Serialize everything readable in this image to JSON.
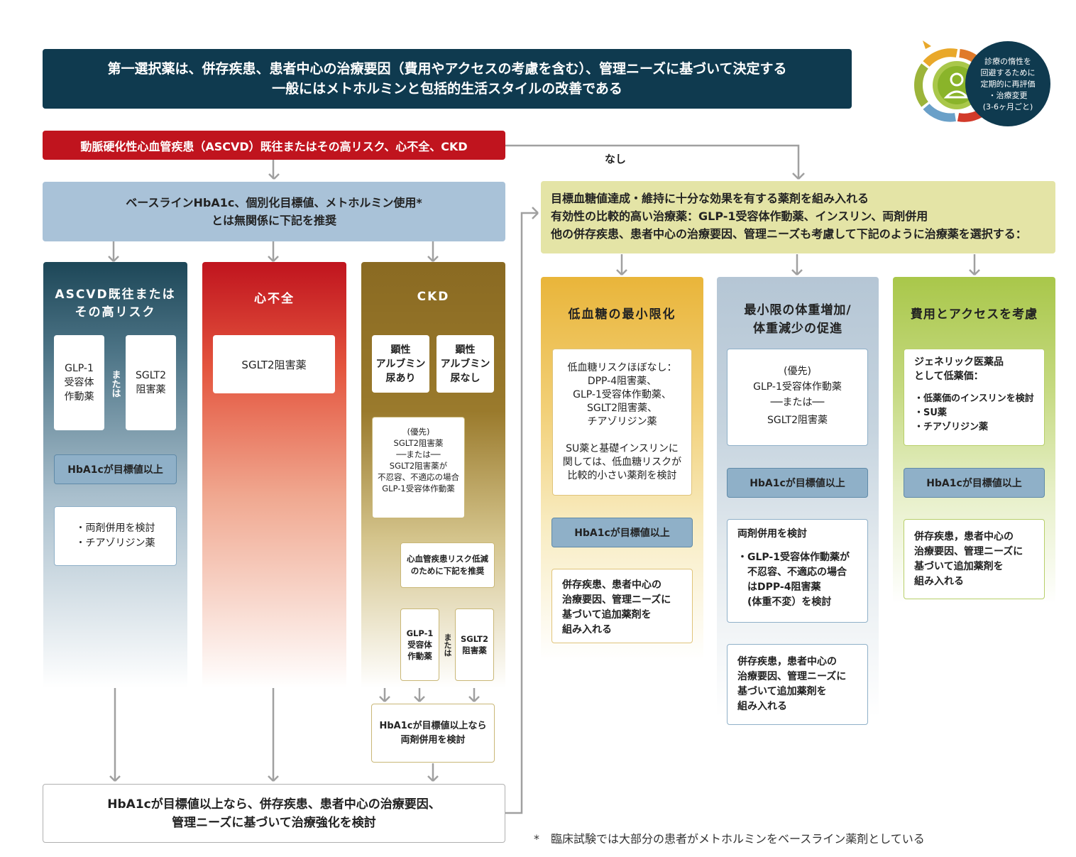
{
  "header": {
    "line1": "第一選択薬は、併存疾患、患者中心の治療要因（費用やアクセスの考慮を含む）、管理ニーズに基づいて決定する",
    "line2": "一般にはメトホルミンと包括的生活スタイルの改善である"
  },
  "cycle": {
    "text": "診療の惰性を\n回避するために\n定期的に再評価\n・治療変更\n(3-6ヶ月ごと)"
  },
  "red_bar": "動脈硬化性心血管疾患（ASCVD）既往またはその高リスク、心不全、CKD",
  "nashi": "なし",
  "baseline": "ベースラインHbA1c、個別化目標値、メトホルミン使用*\nとは無関係に下記を推奨",
  "ascvd": {
    "title": "ASCVD既往または\nその高リスク",
    "glp1": "GLP-1\n受容体\n作動薬",
    "mataha": "または",
    "sglt2": "SGLT2\n阻害薬",
    "hba1c": "HbA1cが目標値以上",
    "combo": "・両剤併用を検討\n・チアゾリジン薬"
  },
  "hf": {
    "title": "心不全",
    "sglt2": "SGLT2阻害薬"
  },
  "ckd": {
    "title": "CKD",
    "alb_yes": "顕性\nアルブミン\n尿あり",
    "alb_no": "顕性\nアルブミン\n尿なし",
    "pref_top": "(優先)\nSGLT2阻害薬",
    "pref_or": "──または──",
    "pref_bottom": "SGLT2阻害薬が\n不忍容、不適応の場合\nGLP-1受容体作動薬",
    "cv": "心血管疾患リスク低減\nのために下記を推奨",
    "glp1": "GLP-1\n受容体\n作動薬",
    "mataha": "または",
    "sglt2": "SGLT2\n阻害薬",
    "hba1c": "HbA1cが目標値以上なら\n両剤併用を検討"
  },
  "bottom_box": "HbA1cが目標値以上なら、併存疾患、患者中心の治療要因、\n管理ニーズに基づいて治療強化を検討",
  "footnote": "*　臨床試験では大部分の患者がメトホルミンをベースライン薬剤としている",
  "right_header": {
    "line1": "目標血糖値達成・維持に十分な効果を有する薬剤を組み入れる",
    "line2": "有効性の比較的高い治療薬：GLP-1受容体作動薬、インスリン、両剤併用",
    "line3": "他の併存疾患、患者中心の治療要因、管理ニーズも考慮して下記のように治療薬を選択する："
  },
  "hypo": {
    "title": "低血糖の最小限化",
    "box1": "低血糖リスクほぼなし：\nDPP-4阻害薬、\nGLP-1受容体作動薬、\nSGLT2阻害薬、\nチアゾリジン薬\n\nSU薬と基礎インスリンに\n関しては、低血糖リスクが\n比較的小さい薬剤を検討",
    "hba1c": "HbA1cが目標値以上",
    "box2": "併存疾患、患者中心の\n治療要因、管理ニーズに\n基づいて追加薬剤を\n組み入れる"
  },
  "weight": {
    "title": "最小限の体重増加/\n体重減少の促進",
    "box1_top": "(優先)\nGLP-1受容体作動薬",
    "box1_or": "──または──",
    "box1_bottom": "SGLT2阻害薬",
    "hba1c": "HbA1cが目標値以上",
    "box2_head": "両剤併用を検討",
    "box2_body": "・GLP-1受容体作動薬が\n　不忍容、不適応の場合\n　はDPP-4阻害薬\n　(体重不変）を検討",
    "box3": "併存疾患，患者中心の\n治療要因、管理ニーズに\n基づいて追加薬剤を\n組み入れる"
  },
  "cost": {
    "title": "費用とアクセスを考慮",
    "box1_head": "ジェネリック医薬品\nとして低薬価：",
    "box1_body": "・低薬価のインスリンを検討\n・SU薬\n・チアゾリジン薬",
    "hba1c": "HbA1cが目標値以上",
    "box2": "併存疾患，患者中心の\n治療要因、管理ニーズに\n基づいて追加薬剤を\n組み入れる"
  },
  "colors": {
    "navy": "#0f3a4f",
    "red": "#c0141e",
    "lightblue": "#a9c2d8",
    "olive": "#e4e4a6",
    "pill_blue": "#8fb0c8",
    "ckd_brown": "#9a7a2c",
    "hypo_gold": "#e9b53a",
    "weight_blue": "#b5c6d5",
    "cost_green": "#a9c74a"
  }
}
